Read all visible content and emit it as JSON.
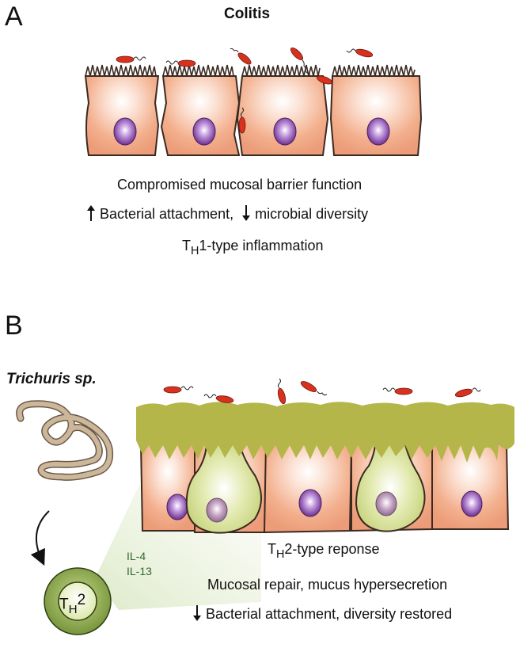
{
  "panel_a": {
    "letter": "A",
    "title": "Colitis",
    "line1": "Compromised mucosal barrier function",
    "line2_a": "Bacterial attachment,",
    "line2_b": "microbial diversity",
    "line3_t": "T",
    "line3_h": "H",
    "line3_rest": "1-type inflammation"
  },
  "panel_b": {
    "letter": "B",
    "organism": "Trichuris sp.",
    "cytokines": [
      "IL-4",
      "IL-13"
    ],
    "th2_t": "T",
    "th2_h": "H",
    "th2_num": "2",
    "response_t": "T",
    "response_h": "H",
    "response_rest": "2-type reponse",
    "line1": "Mucosal repair, mucus hypersecretion",
    "line2": "Bacterial attachment, diversity restored"
  },
  "colors": {
    "cell_fill": "#f3b08e",
    "cell_outline": "#3a2a22",
    "nucleus": "#7a3f9c",
    "bacteria": "#d8321e",
    "mucus": "#b4b64a",
    "goblet": "#cfd98a",
    "worm": "#cdb79a",
    "th2_outer": "#7a9a3c",
    "th2_inner": "#e6efbf",
    "cytokine_text": "#2e6b2e"
  },
  "icons": [
    "epithelial-cell",
    "bacterium",
    "nucleus",
    "goblet-cell",
    "trichuris-worm",
    "th2-cell",
    "curved-arrow",
    "up-arrow",
    "down-arrow"
  ]
}
